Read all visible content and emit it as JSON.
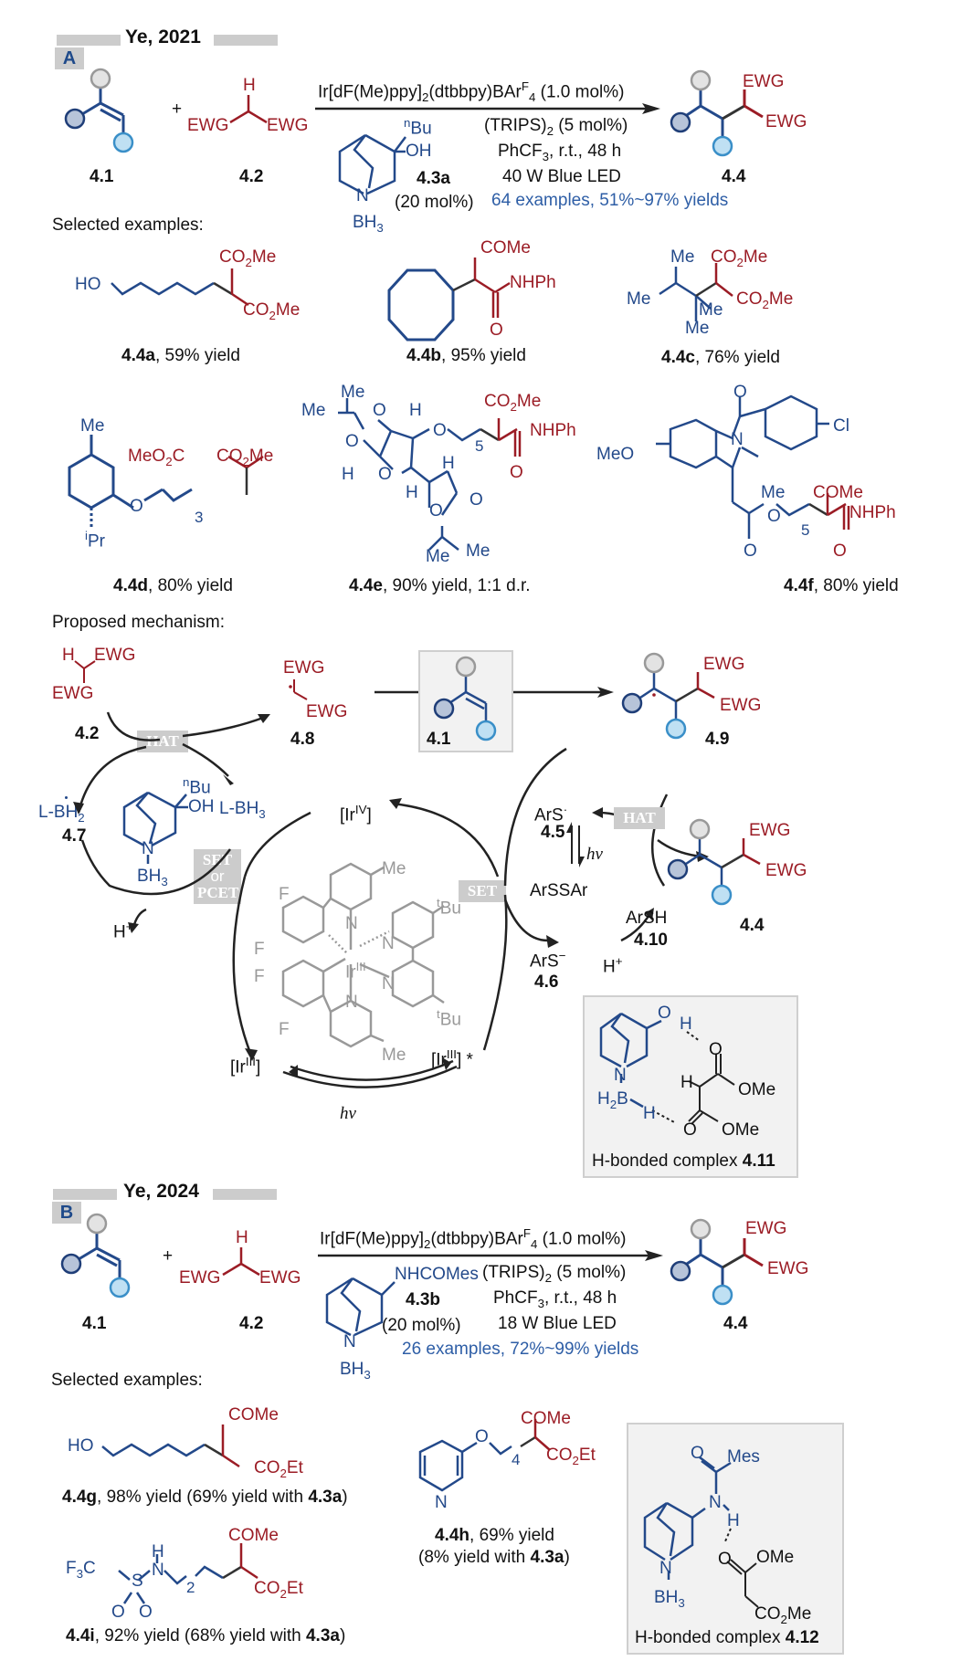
{
  "sectionA": {
    "header": "Ye, 2021",
    "badge": "A",
    "compound_4_1": "4.1",
    "plus": "+",
    "reagent_4_2": {
      "h": "H",
      "ewg_left": "EWG",
      "ewg_right": "EWG",
      "label": "4.2"
    },
    "conditions": {
      "catalyst_pre": "Ir[dF(Me)ppy]",
      "catalyst_sub": "2",
      "catalyst_mid": "(dtbbpy)BAr",
      "catalyst_sup": "F",
      "catalyst_sub2": "4",
      "catalyst_post": " (1.0 mol%)",
      "cocat_pre": "(TRIPS)",
      "cocat_sub": "2",
      "cocat_post": " (5 mol%)",
      "solvent_pre": "PhCF",
      "solvent_sub": "3",
      "solvent_post": ", r.t., 48 h",
      "light": "40 W Blue LED",
      "scope": "64 examples, 51%~97% yields"
    },
    "ligand_4_3a": {
      "nbu_sup": "n",
      "nbu": "Bu",
      "oh": "OH",
      "n": "N",
      "bh3": "BH",
      "bh3_sub": "3",
      "label": "4.3a",
      "loading": "(20 mol%)"
    },
    "product": {
      "ewg1": "EWG",
      "ewg2": "EWG",
      "label": "4.4"
    },
    "selected_examples_label": "Selected examples:",
    "examples": [
      {
        "id": "4.4a",
        "caption": ", 59% yield",
        "groups": [
          "HO",
          "CO2Me",
          "CO2Me"
        ]
      },
      {
        "id": "4.4b",
        "caption": ", 95% yield",
        "groups": [
          "COMe",
          "NHPh",
          "O"
        ]
      },
      {
        "id": "4.4c",
        "caption": ", 76% yield",
        "groups": [
          "Me",
          "Me",
          "Me",
          "Me",
          "CO2Me",
          "CO2Me"
        ]
      },
      {
        "id": "4.4d",
        "caption": ", 80% yield",
        "groups": [
          "Me",
          "MeO2C",
          "CO2Me",
          "O",
          "3",
          "iPr"
        ]
      },
      {
        "id": "4.4e",
        "caption": ", 90% yield, 1:1 d.r.",
        "groups": [
          "Me",
          "Me",
          "O",
          "H",
          "O",
          "H",
          "O",
          "H",
          "H",
          "O",
          "O",
          "Me",
          "Me",
          "5",
          "CO2Me",
          "NHPh",
          "O"
        ]
      },
      {
        "id": "4.4f",
        "caption": ", 80% yield",
        "groups": [
          "O",
          "Cl",
          "N",
          "MeO",
          "Me",
          "O",
          "5",
          "O",
          "COMe",
          "NHPh",
          "O"
        ]
      }
    ]
  },
  "mechanism": {
    "title": "Proposed mechanism:",
    "c_4_2": {
      "h": "H",
      "ewg1": "EWG",
      "ewg2": "EWG",
      "label": "4.2"
    },
    "hat1": "HAT",
    "c_4_8": {
      "ewg1": "EWG",
      "ewg2": "EWG",
      "label": "4.8"
    },
    "c_4_1_label": "4.1",
    "c_4_9": {
      "ewg1": "EWG",
      "ewg2": "EWG",
      "label": "4.9"
    },
    "c_4_7": {
      "text": "L-BH",
      "sub": "2",
      "label": "4.7"
    },
    "lbh3": {
      "text": "L-BH",
      "sub": "3"
    },
    "catalyst_ligand": {
      "nbu_sup": "n",
      "nbu": "Bu",
      "oh": "OH",
      "n": "N",
      "bh3": "BH",
      "bh3_sub": "3"
    },
    "set_or_pcet": [
      "SET",
      "or",
      "PCET"
    ],
    "h_plus_left": "H",
    "ir_iv": "[Ir",
    "ir_iv_sup": "IV",
    "ir_iii_left": "[Ir",
    "ir_iii_left_sup": "III",
    "ir_iii_star": "[Ir",
    "ir_iii_star_sup": "III",
    "ir_iii_star_post": "] *",
    "hv_bottom": "hv",
    "set_right": "SET",
    "ir_complex": {
      "me1": "Me",
      "me2": "Me",
      "f1": "F",
      "f2": "F",
      "f3": "F",
      "f4": "F",
      "tbu1": "Bu",
      "tbu2": "Bu",
      "tbu_sup": "t",
      "n1": "N",
      "n2": "N",
      "n3": "N",
      "n4": "N",
      "ir": "Ir",
      "ir_sup": "III"
    },
    "ars_radical": {
      "text": "ArS",
      "label": "4.5"
    },
    "hv_right": "hv",
    "arssar": "ArSSAr",
    "hat2": "HAT",
    "arsh": {
      "text": "ArSH",
      "label": "4.10"
    },
    "ars_anion": {
      "text": "ArS",
      "sup": "−",
      "label": "4.6"
    },
    "h_plus_right": "H",
    "product_4_4": {
      "ewg1": "EWG",
      "ewg2": "EWG",
      "label": "4.4"
    },
    "complex_4_11": {
      "caption_pre": "H-bonded complex ",
      "caption_id": "4.11",
      "o1": "O",
      "h1": "H",
      "o2": "O",
      "h2": "H",
      "ome1": "OMe",
      "ome2": "OMe",
      "o3": "O",
      "n": "N",
      "h2b": "H",
      "h2b_sub": "2",
      "b": "B",
      "h3": "H"
    }
  },
  "sectionB": {
    "header": "Ye, 2024",
    "badge": "B",
    "compound_4_1": "4.1",
    "plus": "+",
    "reagent_4_2": {
      "h": "H",
      "ewg_left": "EWG",
      "ewg_right": "EWG",
      "label": "4.2"
    },
    "conditions": {
      "catalyst_pre": "Ir[dF(Me)ppy]",
      "catalyst_sub": "2",
      "catalyst_mid": "(dtbbpy)BAr",
      "catalyst_sup": "F",
      "catalyst_sub2": "4",
      "catalyst_post": " (1.0 mol%)",
      "cocat_pre": "(TRIPS)",
      "cocat_sub": "2",
      "cocat_post": " (5 mol%)",
      "solvent_pre": "PhCF",
      "solvent_sub": "3",
      "solvent_post": ", r.t., 48 h",
      "light": "18 W Blue LED",
      "scope": "26 examples, 72%~99% yields"
    },
    "ligand_4_3b": {
      "nhcomes": "NHCOMes",
      "n": "N",
      "bh3": "BH",
      "bh3_sub": "3",
      "label": "4.3b",
      "loading": "(20 mol%)"
    },
    "product": {
      "ewg1": "EWG",
      "ewg2": "EWG",
      "label": "4.4"
    },
    "selected_examples_label": "Selected examples:",
    "examples": [
      {
        "id": "4.4g",
        "caption_pre": ", 98% yield (69% yield with ",
        "ref": "4.3a",
        "caption_post": ")",
        "groups": [
          "HO",
          "COMe",
          "CO2Et"
        ]
      },
      {
        "id": "4.4h",
        "caption_line1": ", 69% yield",
        "caption_line2_pre": "(8% yield with ",
        "ref": "4.3a",
        "caption_post": ")",
        "groups": [
          "O",
          "4",
          "N",
          "COMe",
          "CO2Et"
        ]
      },
      {
        "id": "4.4i",
        "caption_pre": ", 92% yield (68% yield with ",
        "ref": "4.3a",
        "caption_post": ")",
        "groups": [
          "F3C",
          "S",
          "H",
          "N",
          "2",
          "O",
          "O",
          "COMe",
          "CO2Et"
        ]
      }
    ],
    "complex_4_12": {
      "caption_pre": "H-bonded complex ",
      "caption_id": "4.12",
      "o": "O",
      "mes": "Mes",
      "n_amide": "N",
      "h": "H",
      "n": "N",
      "bh3": "BH",
      "bh3_sub": "3",
      "o_ester": "O",
      "ome": "OMe",
      "co2me": "CO",
      "co2me_sub": "2",
      "co2me_post": "Me"
    }
  },
  "colors": {
    "ewg_red": "#9b1c25",
    "ligand_blue": "#23498a",
    "scope_blue": "#2e5ea6",
    "tag_gray": "#cccccc",
    "circle_gray": "#e3e3e3",
    "circle_dark": "#b7c4d9",
    "circle_light": "#bfe0f3"
  }
}
